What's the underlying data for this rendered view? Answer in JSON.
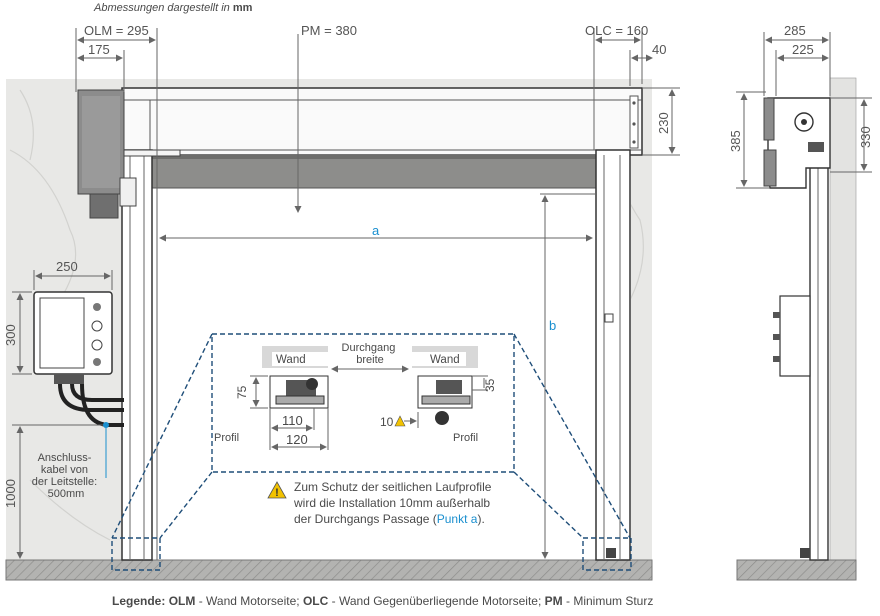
{
  "header": {
    "text": "Abmessungen dargestellt in",
    "unit": "mm"
  },
  "dimensions": {
    "olm": "OLM = 295",
    "pm": "PM = 380",
    "olc": "OLC = 160",
    "d175": "175",
    "d40": "40",
    "d230": "230",
    "d285": "285",
    "d225": "225",
    "d385": "385",
    "d330": "330",
    "d250": "250",
    "d300": "300",
    "d1000": "1000",
    "a": "a",
    "b": "b"
  },
  "detail": {
    "wand_left": "Wand",
    "wand_right": "Wand",
    "durchgang_line1": "Durchgang",
    "durchgang_line2": "breite",
    "d75": "75",
    "d110": "110",
    "d120": "120",
    "d35": "35",
    "d10": "10",
    "profil_left": "Profil",
    "profil_right": "Profil"
  },
  "cable_note": {
    "line1": "Anschluss-",
    "line2": "kabel von",
    "line3": "der Leitstelle:",
    "line4": "500mm"
  },
  "warning": {
    "line1": "Zum Schutz der seitlichen Laufprofile",
    "line2": "wird die Installation 10mm außerhalb",
    "line3_pre": "der Durchgangs Passage (",
    "line3_link": "Punkt a",
    "line3_post": ")."
  },
  "legend": {
    "label": "Legende:",
    "olm_code": "OLM",
    "olm_text": " - Wand Motorseite; ",
    "olc_code": "OLC",
    "olc_text": " - Wand Gegenüberliegende Motorseite; ",
    "pm_code": "PM",
    "pm_text": " - Minimum Sturz"
  },
  "colors": {
    "wall": "#e6e6e4",
    "floor": "#a8a8a6",
    "motor": "#8c8c8c",
    "curtain": "#8a8a88",
    "dashed": "#1f4e79",
    "accent": "#1a8fcf",
    "warning": "#f2c200"
  }
}
